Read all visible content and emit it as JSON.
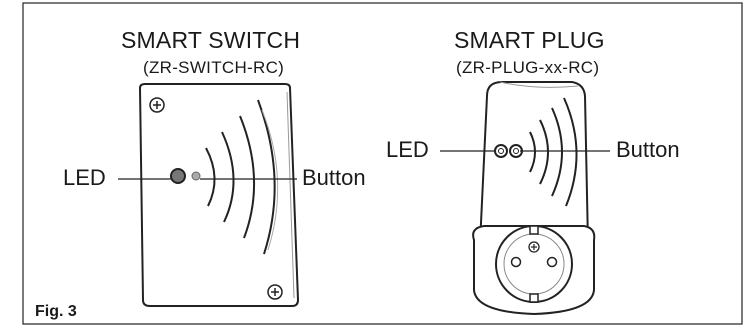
{
  "figure_label": "Fig. 3",
  "switch": {
    "title": "SMART SWITCH",
    "model": "(ZR-SWITCH-RC)",
    "led_label": "LED",
    "button_label": "Button"
  },
  "plug": {
    "title": "SMART PLUG",
    "model": "(ZR-PLUG-xx-RC)",
    "led_label": "LED",
    "button_label": "Button"
  }
}
